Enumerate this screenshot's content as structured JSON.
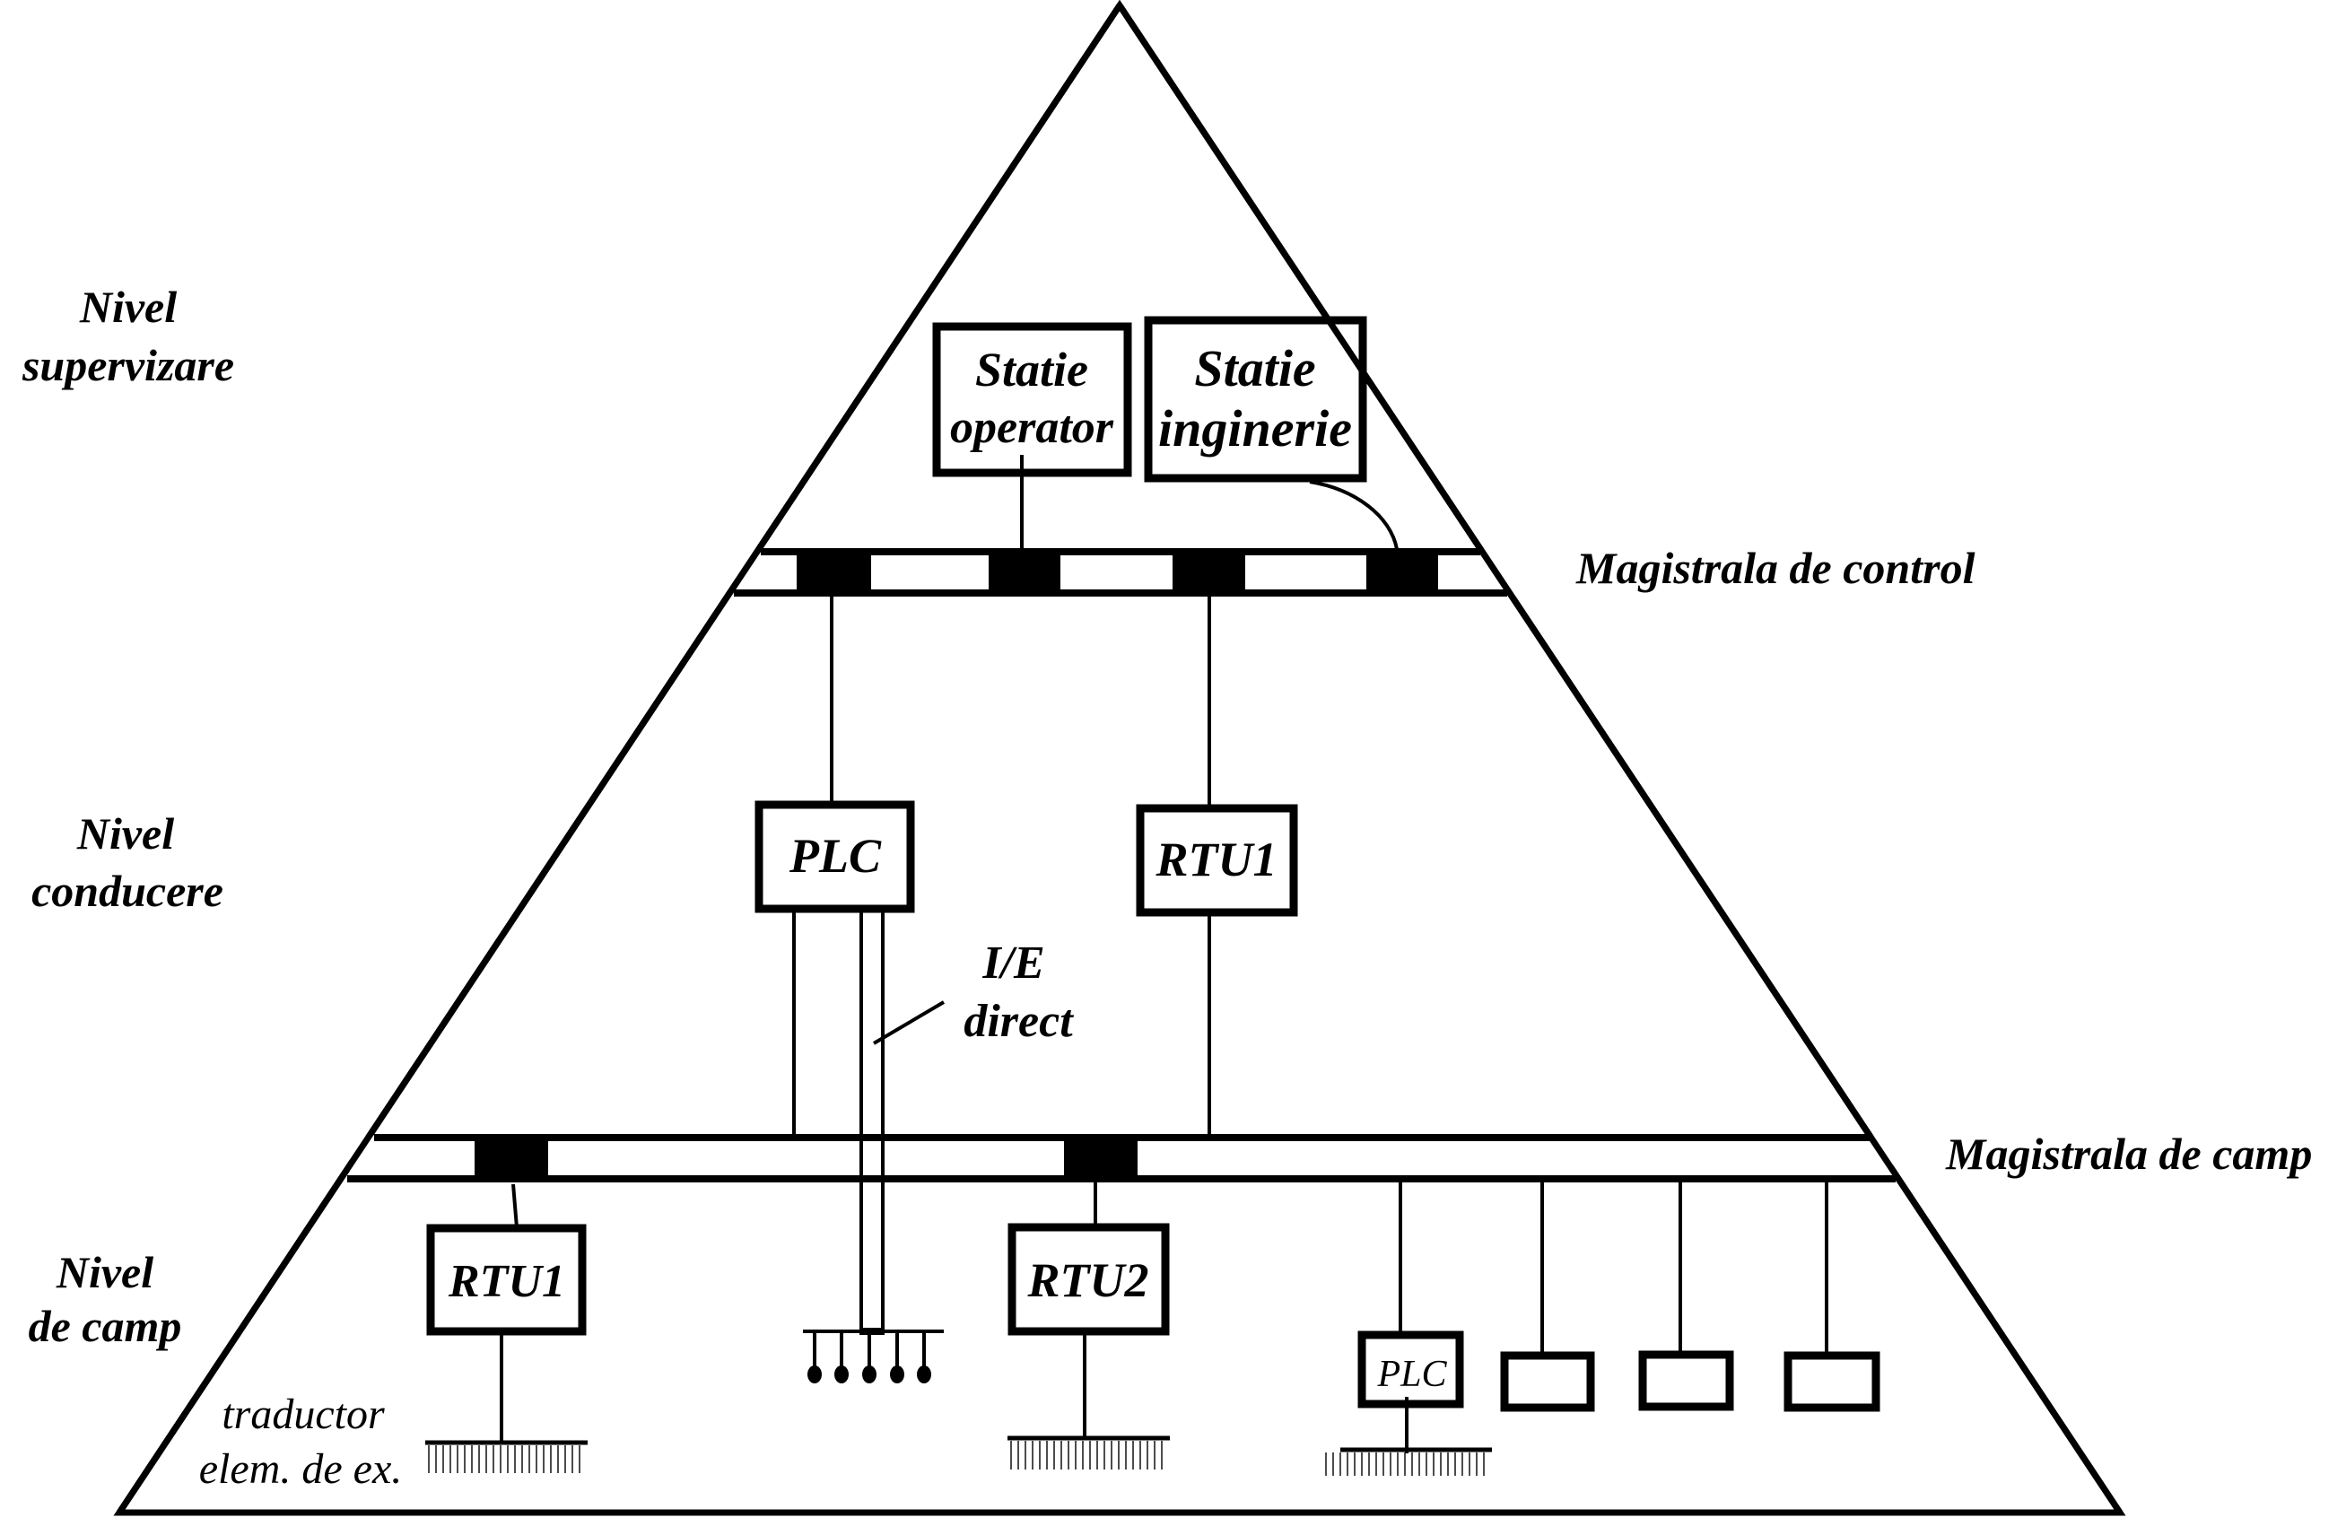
{
  "levels": {
    "supervision": {
      "line1": "Nivel",
      "line2": "supervizare"
    },
    "control": {
      "line1": "Nivel",
      "line2": "conducere"
    },
    "field": {
      "line1": "Nivel",
      "line2": "de camp"
    }
  },
  "buses": {
    "control_bus": "Magistrala de control",
    "field_bus": "Magistrala de camp"
  },
  "supervision_nodes": {
    "operator_station": {
      "line1": "Statie",
      "line2": "operator"
    },
    "engineering_station": {
      "line1": "Statie",
      "line2": "inginerie"
    }
  },
  "control_nodes": {
    "plc": "PLC",
    "rtu1": "RTU1",
    "direct_io": {
      "line1": "I/E",
      "line2": "direct"
    }
  },
  "field_nodes": {
    "rtu1": "RTU1",
    "rtu2": "RTU2",
    "plc": "PLC",
    "legend": {
      "line1": "traductor",
      "line2": "elem. de ex."
    }
  },
  "colors": {
    "ink": "#000000",
    "background": "#ffffff"
  }
}
